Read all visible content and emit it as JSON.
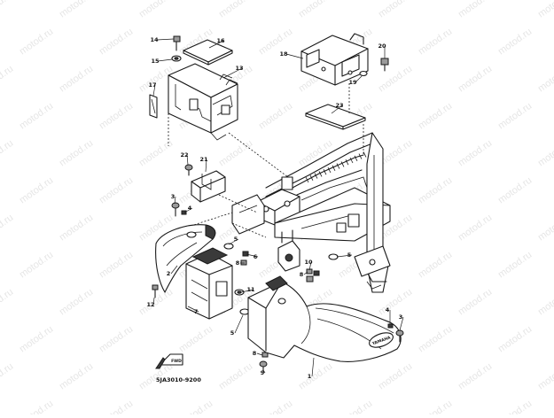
{
  "watermark": "motod.ru",
  "diagram_code": "5JA3010-9200",
  "fwd_label": "FWD",
  "brand_mark": "YAMAHA",
  "callouts": [
    "1",
    "2",
    "3",
    "4",
    "5",
    "6",
    "7",
    "8",
    "9",
    "10",
    "11",
    "12",
    "13",
    "14",
    "15",
    "16",
    "17",
    "18",
    "19",
    "20",
    "21",
    "22",
    "23"
  ]
}
